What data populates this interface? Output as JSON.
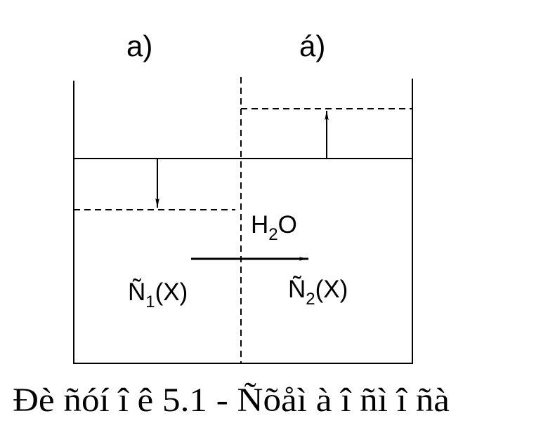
{
  "labels": {
    "left_compartment": "a)",
    "right_compartment": "á)",
    "solvent": {
      "base": "H",
      "sub": "2",
      "tail": "O"
    },
    "conc_left": {
      "base": "Ñ",
      "sub": "1",
      "tail": "(X)"
    },
    "conc_right": {
      "base": "Ñ",
      "sub": "2",
      "tail": "(X)"
    }
  },
  "caption": "Ðè ñóí î ê 5.1 - Ñõåì à î ñì î ñà"
}
